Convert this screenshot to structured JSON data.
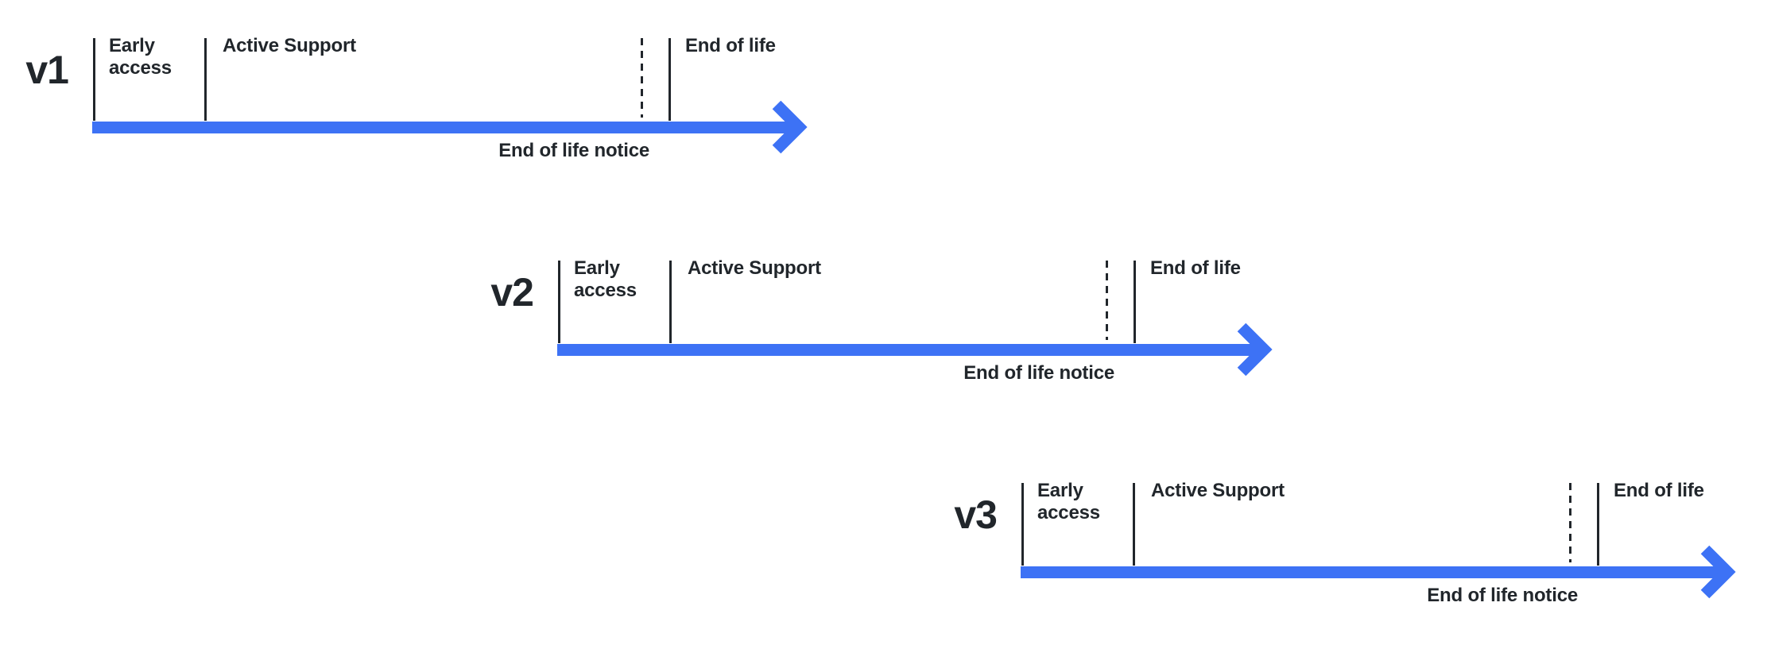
{
  "diagram": {
    "colors": {
      "arrow_blue": "#3d72f5",
      "ink": "#21262b",
      "background": "#ffffff"
    },
    "timelines": [
      {
        "version": "v1",
        "early_access_label": "Early access",
        "active_support_label": "Active Support",
        "end_of_life_label": "End of life",
        "end_of_life_notice_label": "End of life notice"
      },
      {
        "version": "v2",
        "early_access_label": "Early access",
        "active_support_label": "Active Support",
        "end_of_life_label": "End of life",
        "end_of_life_notice_label": "End of life notice"
      },
      {
        "version": "v3",
        "early_access_label": "Early access",
        "active_support_label": "Active Support",
        "end_of_life_label": "End of life",
        "end_of_life_notice_label": "End of life notice"
      }
    ]
  }
}
